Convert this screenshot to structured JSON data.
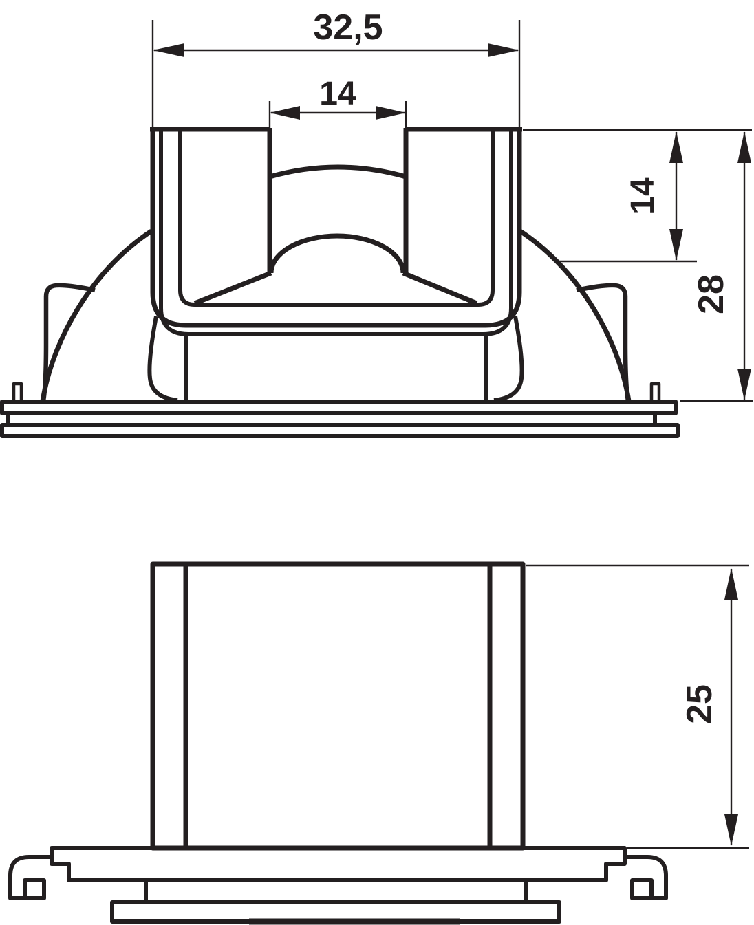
{
  "drawing_type": "technical-dimension-drawing",
  "dims": {
    "overall_width": "32,5",
    "slot_width": "14",
    "upper_height": "14",
    "total_height": "28",
    "body_height": "25"
  },
  "colors": {
    "line": "#231f20",
    "background": "#ffffff"
  }
}
